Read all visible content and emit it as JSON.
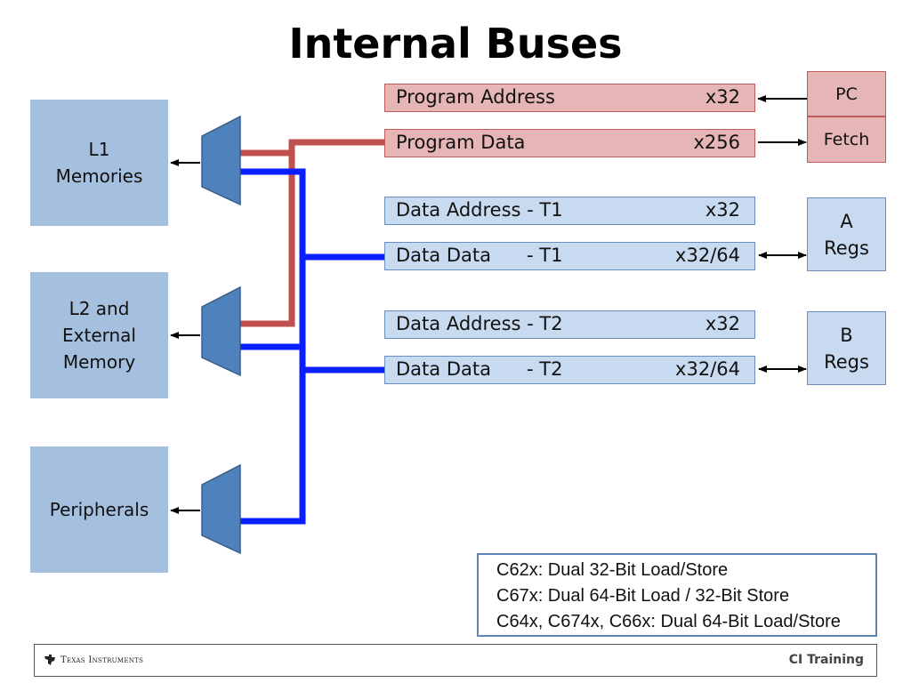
{
  "title": "Internal Buses",
  "memories": [
    {
      "label": "L1\nMemories"
    },
    {
      "label": "L2 and\nExternal\nMemory"
    },
    {
      "label": "Peripherals"
    }
  ],
  "buses": [
    {
      "label": "Program Address",
      "width": "x32"
    },
    {
      "label": "Program Data",
      "width": "x256"
    },
    {
      "label": "Data Address - T1",
      "width": "x32"
    },
    {
      "label": "Data Data      - T1",
      "width": "x32/64"
    },
    {
      "label": "Data Address - T2",
      "width": "x32"
    },
    {
      "label": "Data Data      - T2",
      "width": "x32/64"
    }
  ],
  "side_blocks": [
    {
      "label": "PC"
    },
    {
      "label": "Fetch"
    },
    {
      "label": "A\nRegs"
    },
    {
      "label": "B\nRegs"
    }
  ],
  "notes": [
    "C62x: Dual 32-Bit Load/Store",
    "C67x: Dual 64-Bit Load / 32-Bit Store",
    "C64x, C674x, C66x: Dual 64-Bit Load/Store"
  ],
  "footer": {
    "company": "Texas Instruments",
    "training": "CI Training"
  },
  "colors": {
    "program_bus": "#c0504d",
    "data_bus": "#0a1eff",
    "mux": "#4f81bd",
    "memory_block": "#a5bfde"
  },
  "icons": {
    "logo": "ti-logo-icon"
  }
}
